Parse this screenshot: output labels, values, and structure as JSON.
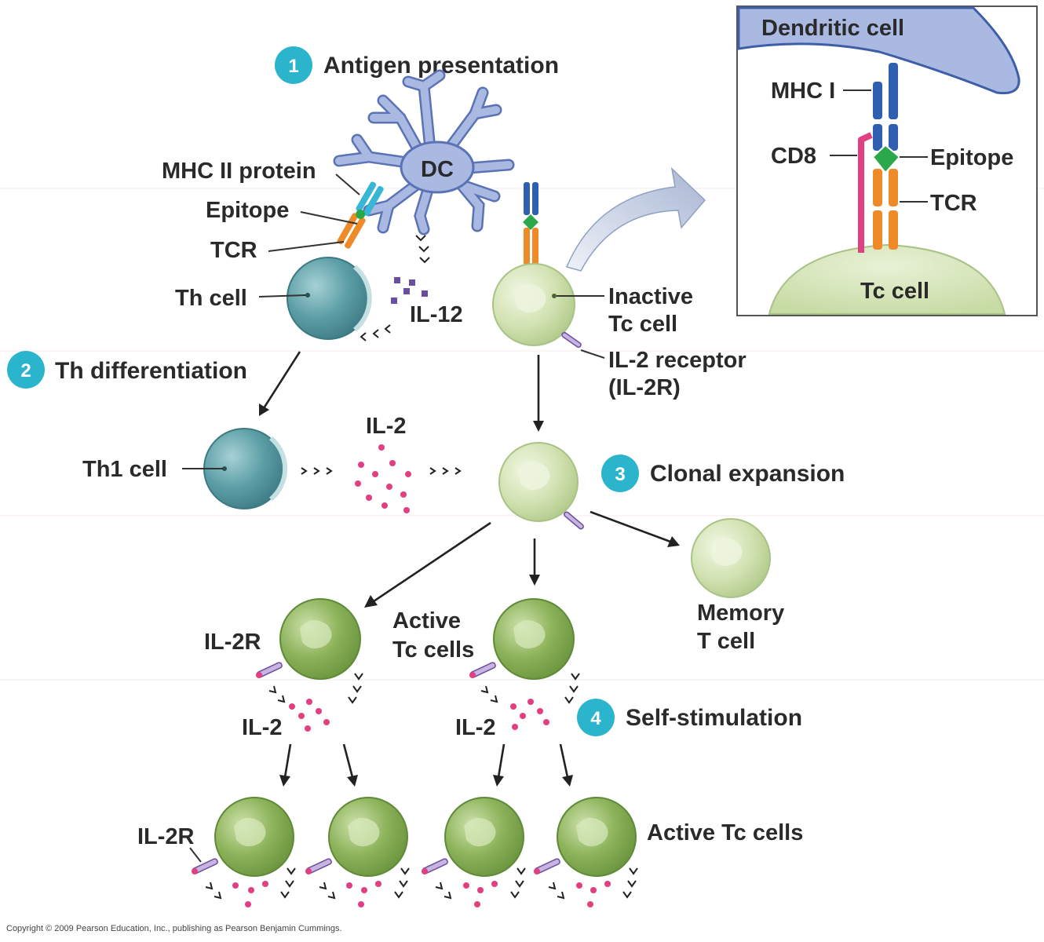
{
  "steps": [
    {
      "number": "1",
      "label": "Antigen presentation"
    },
    {
      "number": "2",
      "label": "Th differentiation"
    },
    {
      "number": "3",
      "label": "Clonal expansion"
    },
    {
      "number": "4",
      "label": "Self-stimulation"
    }
  ],
  "labels": {
    "dc": "DC",
    "mhc2": "MHC II protein",
    "epitope": "Epitope",
    "tcr": "TCR",
    "th_cell": "Th cell",
    "il12": "IL-12",
    "inactive_tc_line1": "Inactive",
    "inactive_tc_line2": "Tc cell",
    "il2_receptor_line1": "IL-2 receptor",
    "il2_receptor_line2": "(IL-2R)",
    "th1_cell": "Th1 cell",
    "il2": "IL-2",
    "memory_line1": "Memory",
    "memory_line2": "T cell",
    "active_tc_line1": "Active",
    "active_tc_line2": "Tc cells",
    "il2r": "IL-2R",
    "il2_left": "IL-2",
    "il2_right": "IL-2",
    "il2r_bottom": "IL-2R",
    "active_tc_bottom": "Active Tc cells"
  },
  "inset": {
    "dendritic_cell": "Dendritic cell",
    "mhc1": "MHC I",
    "cd8": "CD8",
    "epitope": "Epitope",
    "tcr": "TCR",
    "tc_cell": "Tc cell"
  },
  "copyright": "Copyright © 2009 Pearson Education, Inc., publishing as Pearson Benjamin Cummings.",
  "colors": {
    "step_badge": "#2bb5cc",
    "dc_body": "#a9b9e2",
    "th_cell": "#5c9ea6",
    "tc_inactive": "#d3e3b3",
    "tc_active": "#8fb45e",
    "cytokine": "#e0407f",
    "il12": "#6a4fa0",
    "mhc1": "#2e5fb0",
    "mhc2": "#38b6d6",
    "tcr": "#ee8a28",
    "epitope": "#2aa84a",
    "cd8": "#e0407f"
  }
}
